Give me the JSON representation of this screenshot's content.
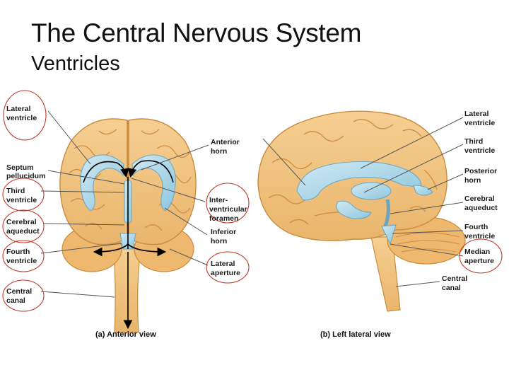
{
  "title": "The Central Nervous System",
  "subtitle": "Ventricles",
  "anterior_labels": {
    "lateral_ventricle": [
      "Lateral",
      "ventricle"
    ],
    "septum_pellucidum": [
      "Septum",
      "pellucidum"
    ],
    "third_ventricle": [
      "Third",
      "ventricle"
    ],
    "cerebral_aqueduct": [
      "Cerebral",
      "aqueduct"
    ],
    "fourth_ventricle": [
      "Fourth",
      "ventricle"
    ],
    "central_canal": [
      "Central",
      "canal"
    ],
    "anterior_horn": [
      "Anterior",
      "horn"
    ],
    "interventricular_foramen": [
      "Inter-",
      "ventricular",
      "foramen"
    ],
    "inferior_horn": [
      "Inferior",
      "horn"
    ],
    "lateral_aperture": [
      "Lateral",
      "aperture"
    ]
  },
  "lateral_labels": {
    "lateral_ventricle": [
      "Lateral",
      "ventricle"
    ],
    "third_ventricle": [
      "Third",
      "ventricle"
    ],
    "posterior_horn": [
      "Posterior",
      "horn"
    ],
    "cerebral_aqueduct": [
      "Cerebral",
      "aqueduct"
    ],
    "fourth_ventricle": [
      "Fourth",
      "ventricle"
    ],
    "median_aperture": [
      "Median",
      "aperture"
    ],
    "central_canal": [
      "Central",
      "canal"
    ]
  },
  "captions": {
    "anterior": "(a) Anterior view",
    "lateral": "(b) Left lateral view"
  },
  "colors": {
    "brain": "#f2c37e",
    "brain_edge": "#c98b3f",
    "sulcus": "#d08f45",
    "ventricle": "#a9d6e8",
    "ventricle_edge": "#6aa6c2",
    "circle": "#c0392b",
    "arrow": "#000000"
  }
}
